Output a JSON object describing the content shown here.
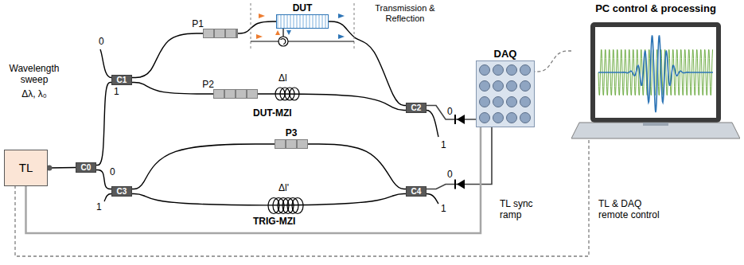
{
  "diagram": {
    "nodes": [
      {
        "text": [
          "TL"
        ]
      },
      {
        "text": [
          "C0"
        ]
      },
      {
        "text": [
          "C1"
        ]
      },
      {
        "text": [
          "P1"
        ]
      },
      {
        "text": [
          "DUT"
        ]
      },
      {
        "text": [
          "P2"
        ]
      },
      {
        "text": [
          "C2"
        ]
      },
      {
        "text": [
          "C3"
        ]
      },
      {
        "text": [
          "P3"
        ]
      },
      {
        "text": [
          "C4"
        ]
      },
      {
        "text": [
          "DAQ"
        ]
      },
      {
        "text": [
          "PC control & processing"
        ]
      }
    ],
    "edges": [
      {
        "from": 0,
        "to": 1,
        "arrow": "none"
      },
      {
        "from": 1,
        "to": 2,
        "arrow": "none"
      },
      {
        "from": 1,
        "to": 7,
        "arrow": "none"
      },
      {
        "from": 2,
        "to": 3,
        "arrow": "none"
      },
      {
        "from": 3,
        "to": 4,
        "arrow": "none"
      },
      {
        "from": 4,
        "to": 6,
        "arrow": "none"
      },
      {
        "from": 2,
        "to": 5,
        "arrow": "none"
      },
      {
        "from": 5,
        "to": 6,
        "arrow": "none"
      },
      {
        "from": 7,
        "to": 8,
        "arrow": "none"
      },
      {
        "from": 8,
        "to": 9,
        "arrow": "none"
      },
      {
        "from": 7,
        "to": 9,
        "arrow": "none"
      },
      {
        "from": 6,
        "to": 10,
        "arrow": "none"
      },
      {
        "from": 9,
        "to": 10,
        "arrow": "none"
      },
      {
        "from": 0,
        "to": 10,
        "arrow": "none"
      },
      {
        "from": 11,
        "to": 10,
        "arrow": "none"
      },
      {
        "from": 11,
        "to": 0,
        "arrow": "none"
      }
    ],
    "labels": [
      "Wavelength sweep",
      "Δλ, λ₀",
      "0",
      "1",
      "0",
      "1",
      "Transmission & Reflection",
      "Δl",
      "DUT-MZI",
      "Δl'",
      "TRIG-MZI",
      "0",
      "1",
      "0",
      "1",
      "TL sync ramp",
      "TL & DAQ remote control"
    ]
  }
}
